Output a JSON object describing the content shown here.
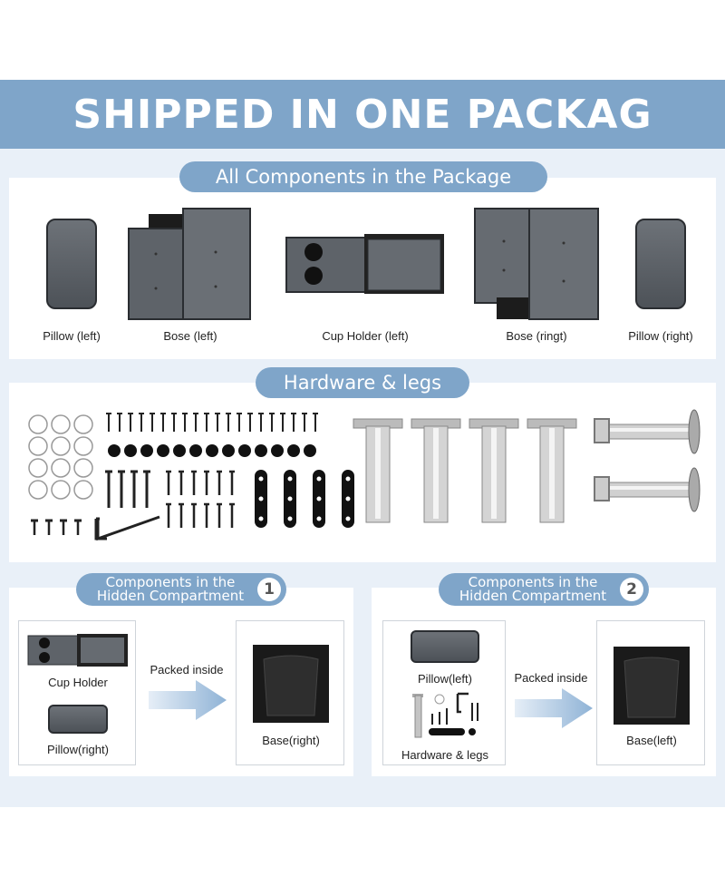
{
  "banner_title": "SHIPPED IN ONE PACKAG",
  "components": {
    "header": "All Components in the Package",
    "items": [
      {
        "label": "Pillow (left)"
      },
      {
        "label": "Bose (left)"
      },
      {
        "label": "Cup Holder (left)"
      },
      {
        "label": "Bose (ringt)"
      },
      {
        "label": "Pillow (right)"
      }
    ]
  },
  "hardware": {
    "header": "Hardware & legs"
  },
  "compartment_1": {
    "header_line1": "Components in the",
    "header_line2": "Hidden Compartment",
    "number": "1",
    "item_a": "Cup Holder",
    "item_b": "Pillow(right)",
    "arrow_label": "Packed inside",
    "target": "Base(right)"
  },
  "compartment_2": {
    "header_line1": "Components in the",
    "header_line2": "Hidden Compartment",
    "number": "2",
    "item_a": "Pillow(left)",
    "item_b": "Hardware & legs",
    "arrow_label": "Packed inside",
    "target": "Base(left)"
  },
  "colors": {
    "accent": "#7fa5c9",
    "background": "#e9f0f8",
    "upholstery": "#5a5f65"
  }
}
